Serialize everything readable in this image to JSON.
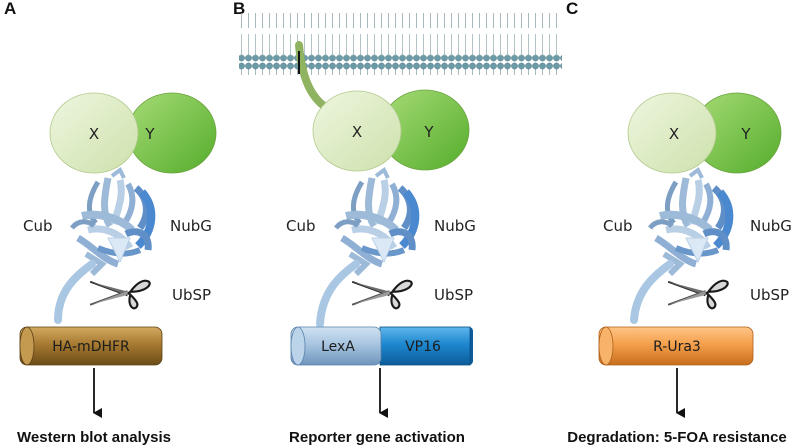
{
  "panels": [
    {
      "letter": "A",
      "protein_x": "X",
      "protein_y": "Y",
      "cub": "Cub",
      "nub": "NubG",
      "protease": "UbSP",
      "reporter": [
        "HA-mDHFR"
      ],
      "readout": "Western blot analysis"
    },
    {
      "letter": "B",
      "protein_x": "X",
      "protein_y": "Y",
      "cub": "Cub",
      "nub": "NubG",
      "protease": "UbSP",
      "reporter": [
        "LexA",
        "VP16"
      ],
      "readout": "Reporter gene activation"
    },
    {
      "letter": "C",
      "protein_x": "X",
      "protein_y": "Y",
      "cub": "Cub",
      "nub": "NubG",
      "protease": "UbSP",
      "reporter": [
        "R-Ura3"
      ],
      "readout": "Degradation: 5-FOA resistance"
    }
  ],
  "icons": {
    "membrane": "lipid-bilayer-icon",
    "scissors": "scissors-icon",
    "ubiquitin": "ubiquitin-ribbon-icon",
    "arrow": "down-arrow-icon"
  },
  "colors": {
    "protein_x": "#dcebc3",
    "protein_y": "#7cc24a",
    "ubiquitin": "#9dbad8",
    "linker": "#a9c7e3",
    "membrane_tail": "#8fb360",
    "membrane_head": "#6c9aa6",
    "mdhfr": "#a87d34",
    "lexa": "#a8c5e0",
    "vp16": "#1e88cf",
    "ura3": "#f4a04c"
  }
}
